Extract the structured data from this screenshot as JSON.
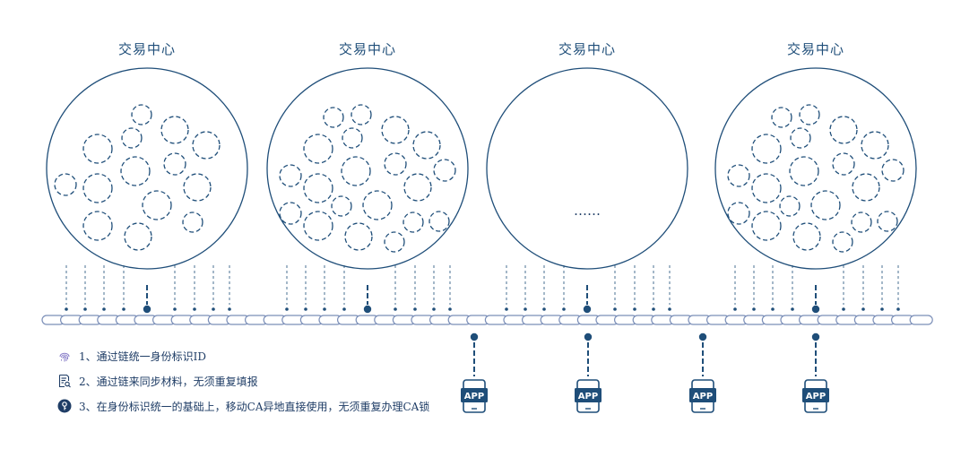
{
  "hubs": [
    {
      "title": "交易中心"
    },
    {
      "title": "交易中心"
    },
    {
      "title": "交易中心",
      "placeholder_text": "……"
    },
    {
      "title": "交易中心"
    }
  ],
  "app_label": "APP",
  "legend": [
    {
      "text": "1、通过链统一身份标识ID",
      "icon": "fingerprint-icon"
    },
    {
      "text": "2、通过链来同步材料，无须重复填报",
      "icon": "document-search-icon"
    },
    {
      "text": "3、在身份标识统一的基础上，移动CA异地直接使用，无须重复办理CA锁",
      "icon": "key-icon"
    }
  ],
  "colors": {
    "primary": "#1f4e79",
    "chain": "#7b8fb8",
    "text": "#1f3d66"
  }
}
